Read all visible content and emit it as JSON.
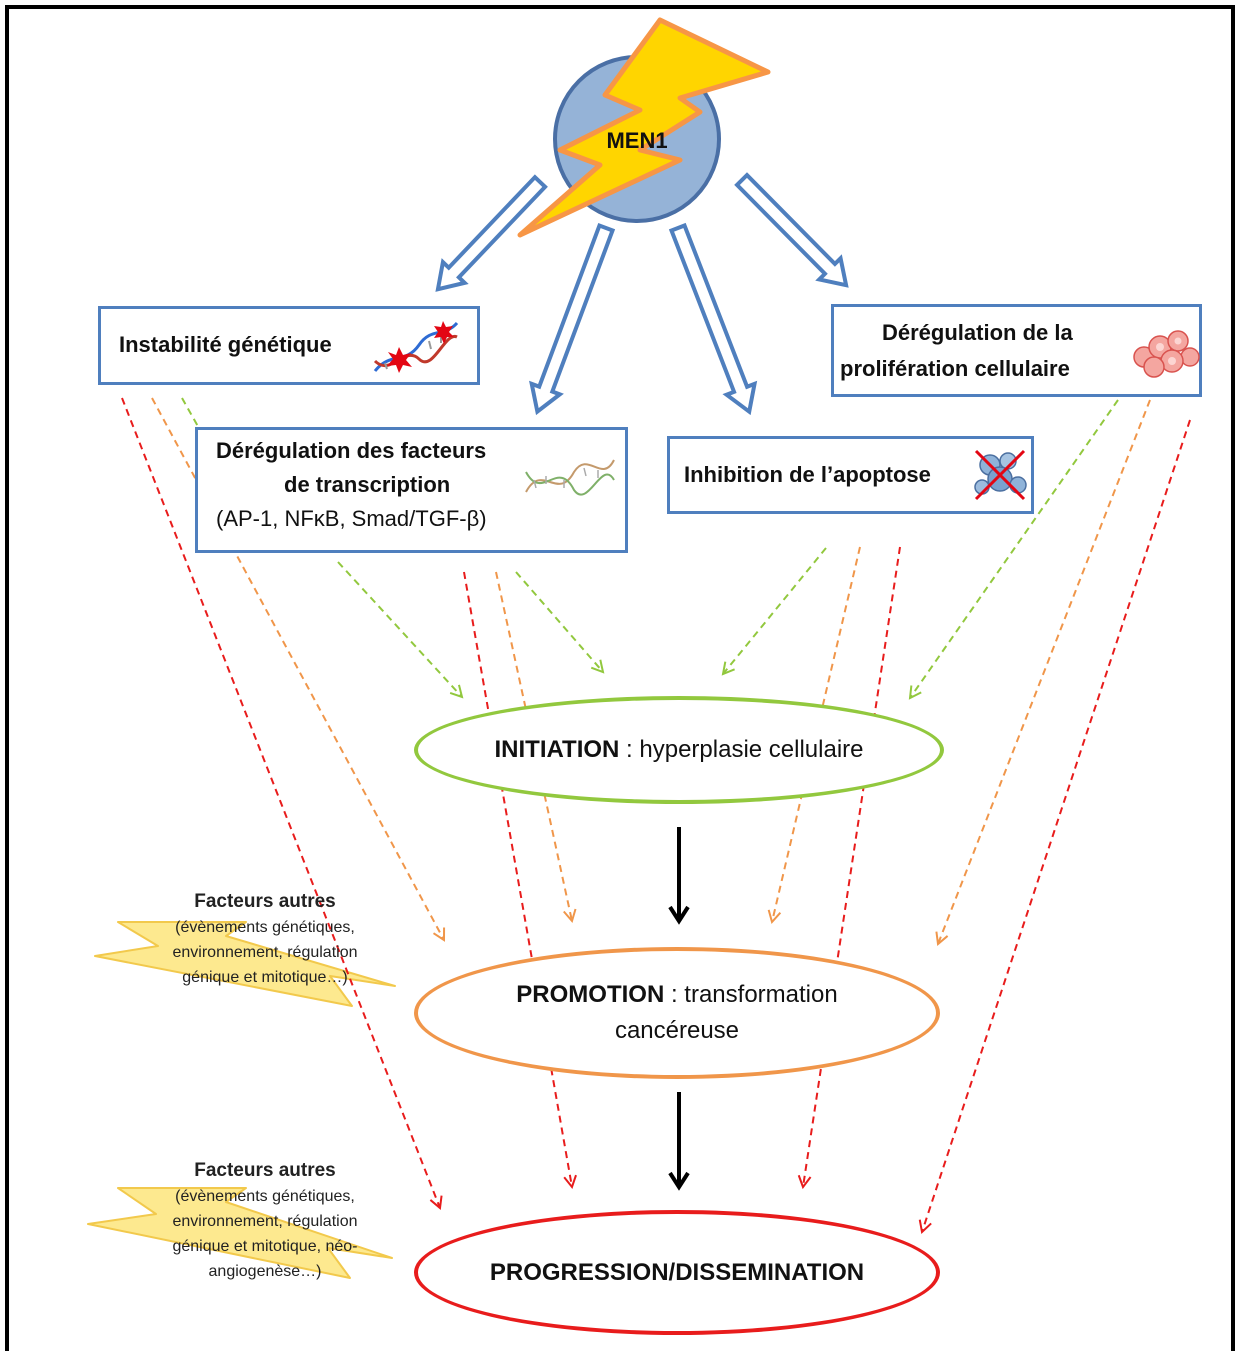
{
  "men1": {
    "label": "MEN1"
  },
  "boxes": {
    "instabilite": {
      "label": "Instabilité génétique",
      "icon": "dna-damage-icon"
    },
    "facteurs_transcription": {
      "line1": "Dérégulation des facteurs",
      "line2": "de transcription",
      "detail": "(AP-1, NFκB, Smad/TGF-β)",
      "icon": "dna-helix-icon"
    },
    "apoptose": {
      "label": "Inhibition de l’apoptose",
      "icon": "apoptosis-crossed-icon"
    },
    "proliferation": {
      "line1": "Dérégulation de la",
      "line2": "prolifération cellulaire",
      "icon": "cell-cluster-icon"
    }
  },
  "stages": {
    "initiation": {
      "bold": "INITIATION",
      "rest": " : hyperplasie cellulaire",
      "color": "#92c83e"
    },
    "promotion": {
      "bold": "PROMOTION",
      "rest": " : transformation cancéreuse",
      "color": "#f0964a"
    },
    "progression": {
      "bold": "PROGRESSION/DISSEMINATION",
      "color": "#e81c1c"
    }
  },
  "factors": {
    "promotion": {
      "title": "Facteurs autres",
      "text": "(évènements génétiques, environnement, régulation génique et mitotique…)"
    },
    "progression": {
      "title": "Facteurs autres",
      "text": "(évènements génétiques, environnement, régulation génique et mitotique, néo-angiogenèse…)"
    }
  },
  "colors": {
    "box_border": "#4f7fbe",
    "men1_fill": "#95b3d7",
    "men1_stroke": "#4a6fa5",
    "bolt_fill": "#ffd500",
    "bolt_stroke": "#f79646",
    "factor_bolt_fill": "#fde98f",
    "green": "#92c83e",
    "orange": "#f0964a",
    "red": "#e81c1c"
  }
}
